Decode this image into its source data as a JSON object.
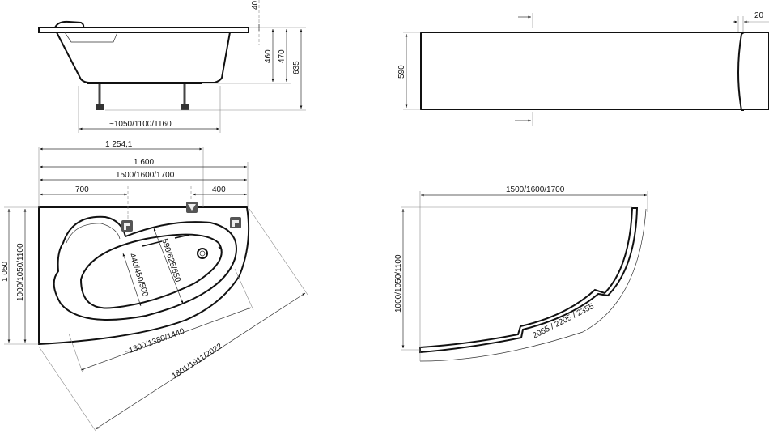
{
  "side_view": {
    "dims": {
      "rim": "40",
      "depth_inner": "460",
      "depth_outer": "470",
      "total_height": "635",
      "leg_span": "~1050/1100/1160"
    }
  },
  "front_panel": {
    "height": "590"
  },
  "panel_profile": {
    "thickness": "20"
  },
  "top_view": {
    "dims": {
      "overflow_pos": "1 254,1",
      "length_fixed": "1 600",
      "length_variants": "1500/1600/1700",
      "tap_left": "700",
      "tap_right": "400",
      "width_total": "1 050",
      "width_variants": "1000/1050/1100",
      "inner_width_1": "590/625/650",
      "inner_width_2": "440/450/500",
      "inner_length": "~1300/1380/1440",
      "diagonal": "1801/1911/2022"
    },
    "icons": [
      "tap-icon",
      "shower-mixer-icon",
      "tap-icon"
    ]
  },
  "panel_plan": {
    "length": "1500/1600/1700",
    "width": "1000/1050/1100",
    "arc_length": "2065 / 2205 / 2355"
  }
}
